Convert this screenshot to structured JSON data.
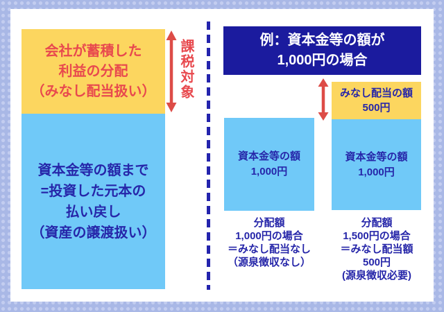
{
  "left_panel": {
    "yellow_box": {
      "lines": [
        "会社が蓄積した",
        "利益の分配",
        "（みなし配当扱い）"
      ]
    },
    "blue_box": {
      "lines": [
        "資本金等の額まで",
        "=投資した元本の",
        "払い戻し",
        "（資産の譲渡扱い）"
      ]
    },
    "taxable_label": "課税対象"
  },
  "right_panel": {
    "header": {
      "lines": [
        "例：資本金等の額が",
        "1,000円の場合"
      ]
    },
    "col1": {
      "box_lines": [
        "資本金等の額",
        "1,000円"
      ],
      "caption_lines": [
        "分配額",
        "1,000円の場合",
        "＝みなし配当なし",
        "（源泉徴収なし）"
      ]
    },
    "col2": {
      "yellow_lines": [
        "みなし配当の額",
        "500円"
      ],
      "box_lines": [
        "資本金等の額",
        "1,000円"
      ],
      "caption_lines": [
        "分配額",
        "1,500円の場合",
        "＝みなし配当額",
        "500円",
        "(源泉徴収必要)"
      ]
    }
  },
  "colors": {
    "border_background": "#a9b8e6",
    "border_dots": "#c3cdf0",
    "yellow": "#fcd65f",
    "light_blue": "#70c9f8",
    "navy": "#1b1b9e",
    "red": "#e8494e",
    "dark_blue_text": "#2626a9",
    "dashed_line": "#2424ad"
  }
}
